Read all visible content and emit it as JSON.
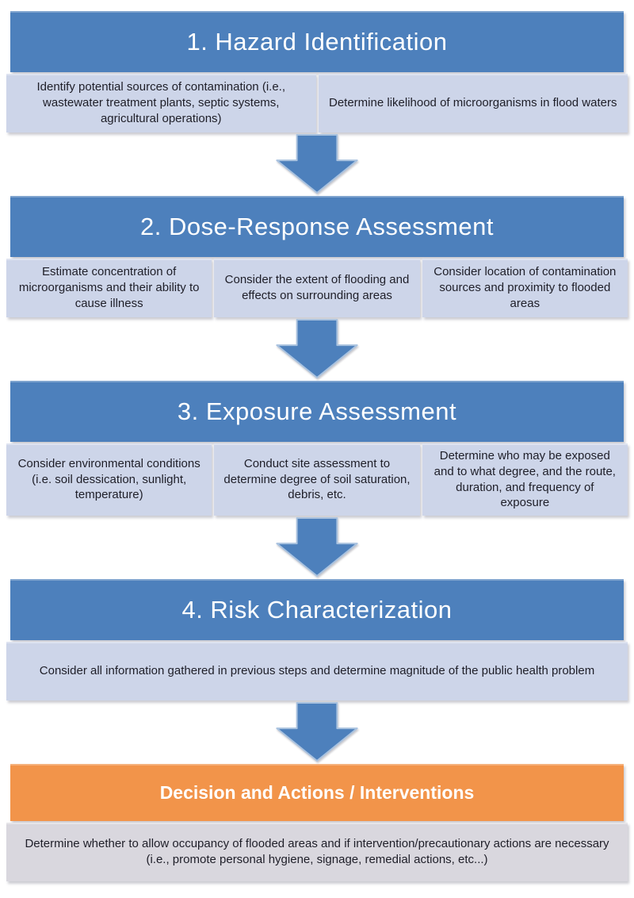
{
  "colors": {
    "header_blue": "#4d80bc",
    "header_orange": "#f2944a",
    "cell_blue": "#cdd5e9",
    "cell_gray": "#d9d7de",
    "arrow_blue": "#4d80bc",
    "arrow_outline": "#a9c2df",
    "text_dark": "#1e1e28",
    "text_white": "#ffffff",
    "background": "#ffffff"
  },
  "sections": [
    {
      "id": "hazard-identification",
      "header": "1. Hazard Identification",
      "style": "blue",
      "cells": [
        "Identify potential sources of contamination (i.e., wastewater treatment plants, septic systems, agricultural operations)",
        "Determine likelihood of microorganisms in flood waters"
      ]
    },
    {
      "id": "dose-response-assessment",
      "header": "2. Dose-Response Assessment",
      "style": "blue",
      "cells": [
        "Estimate concentration of microorganisms and their ability to cause illness",
        "Consider the extent of flooding and effects on surrounding areas",
        "Consider location of contamination sources  and proximity to flooded areas"
      ]
    },
    {
      "id": "exposure-assessment",
      "header": "3. Exposure Assessment",
      "style": "blue",
      "cells": [
        "Consider environmental conditions (i.e. soil dessication, sunlight, temperature)",
        "Conduct site assessment to determine degree of soil saturation, debris, etc.",
        "Determine  who may be exposed and to what degree, and the route, duration, and frequency of exposure"
      ]
    },
    {
      "id": "risk-characterization",
      "header": "4. Risk Characterization",
      "style": "blue",
      "cells": [
        "Consider all information gathered in previous steps and determine magnitude of the public health problem"
      ]
    },
    {
      "id": "decision-actions-interventions",
      "header": "Decision and Actions / Interventions",
      "style": "orange",
      "cells": [
        "Determine whether to allow occupancy of flooded areas and if intervention/precautionary actions are necessary (i.e., promote personal hygiene, signage, remedial actions, etc...)"
      ]
    }
  ]
}
